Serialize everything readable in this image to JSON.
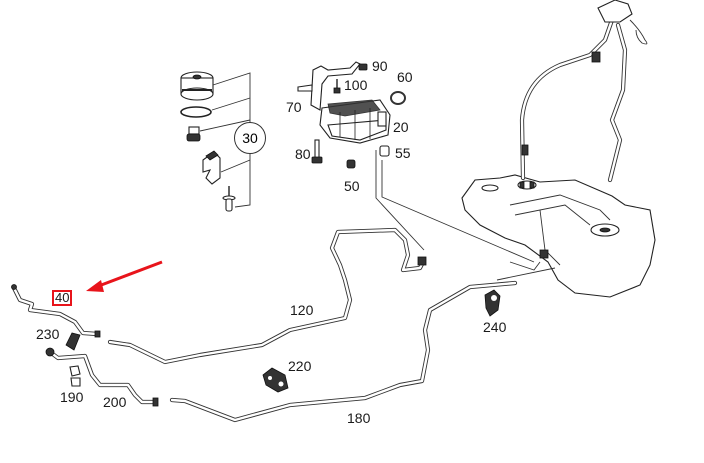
{
  "diagram": {
    "title": "Fuel tank, lines and filter assembly (exploded parts diagram)",
    "highlight_color": "#e8141b",
    "highlighted_part": "40",
    "callouts": [
      {
        "id": "c30",
        "label": "30",
        "style": "circle"
      },
      {
        "id": "c90",
        "label": "90"
      },
      {
        "id": "c100",
        "label": "100"
      },
      {
        "id": "c60",
        "label": "60"
      },
      {
        "id": "c70",
        "label": "70"
      },
      {
        "id": "c20",
        "label": "20"
      },
      {
        "id": "c80",
        "label": "80"
      },
      {
        "id": "c55",
        "label": "55"
      },
      {
        "id": "c50",
        "label": "50"
      },
      {
        "id": "c40",
        "label": "40",
        "style": "highlighted"
      },
      {
        "id": "c120",
        "label": "120"
      },
      {
        "id": "c230",
        "label": "230"
      },
      {
        "id": "c240",
        "label": "240"
      },
      {
        "id": "c220",
        "label": "220"
      },
      {
        "id": "c190",
        "label": "190"
      },
      {
        "id": "c200",
        "label": "200"
      },
      {
        "id": "c180",
        "label": "180"
      }
    ],
    "parts": [
      "filter-cap",
      "o-ring",
      "drain-plug",
      "bracket-clip",
      "bolt-with-washer",
      "fuel-filter-housing",
      "mounting-bracket",
      "nut",
      "screw",
      "sealing-ring",
      "bolt",
      "plug",
      "spacer",
      "fuel-line-40",
      "fuel-line-120",
      "fuel-line-180",
      "fuel-line-200",
      "clip-190",
      "clip-220",
      "clip-230",
      "clip-240",
      "fuel-tank",
      "filler-neck"
    ]
  }
}
